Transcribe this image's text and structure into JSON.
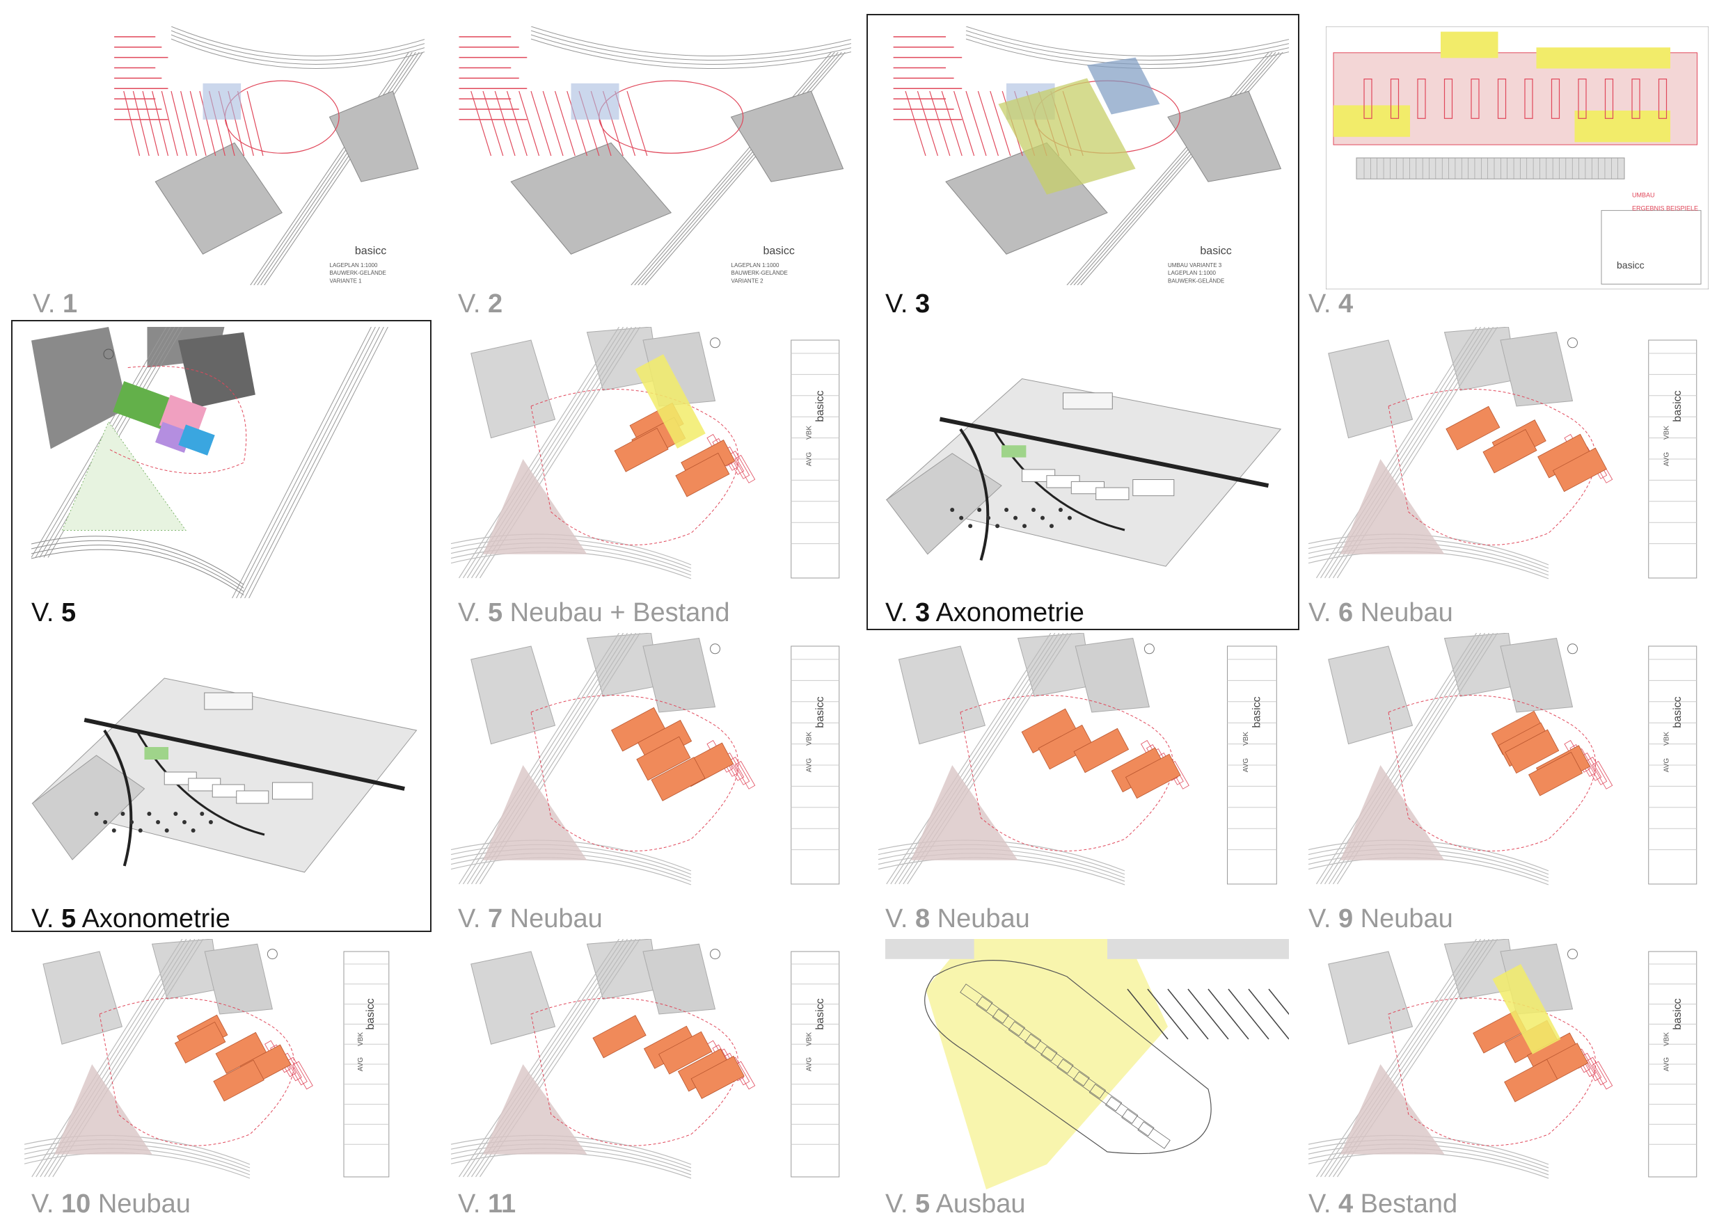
{
  "variants": [
    {
      "id": "v1",
      "prefix": "V.",
      "num": "1",
      "suffix": "",
      "style": "sketch",
      "grey": true,
      "stamp": [
        "basicc",
        "LAGEPLAN 1:1000",
        "BAUWERK-GELÄNDE",
        "VARIANTE 1"
      ]
    },
    {
      "id": "v2",
      "prefix": "V.",
      "num": "2",
      "suffix": "",
      "style": "sketch",
      "grey": true,
      "stamp": [
        "basicc",
        "LAGEPLAN 1:1000",
        "BAUWERK-GELÄNDE",
        "VARIANTE 2"
      ]
    },
    {
      "id": "v3",
      "prefix": "V.",
      "num": "3",
      "suffix": "",
      "style": "sketch3",
      "grey": false,
      "stamp": [
        "basicc",
        "UMBAU VARIANTE 3",
        "LAGEPLAN 1:1000",
        "BAUWERK-GELÄNDE"
      ]
    },
    {
      "id": "v4",
      "prefix": "V.",
      "num": "4",
      "suffix": "",
      "style": "sitelong",
      "grey": true,
      "stamp": [
        "basicc",
        "UMBAU",
        "ERGEBNIS BEISPIELE"
      ]
    },
    {
      "id": "v5",
      "prefix": "V.",
      "num": "5",
      "suffix": "",
      "style": "colorplan",
      "grey": false,
      "stamp": []
    },
    {
      "id": "v5nb",
      "prefix": "V.",
      "num": "5",
      "suffix": " Neubau + Bestand",
      "style": "plan",
      "grey": true,
      "stamp": [
        "basicc",
        "VBK",
        "AVG"
      ]
    },
    {
      "id": "v3ax",
      "prefix": "V.",
      "num": "3",
      "suffix": " Axonometrie",
      "style": "axo",
      "grey": false,
      "stamp": []
    },
    {
      "id": "v6",
      "prefix": "V.",
      "num": "6",
      "suffix": " Neubau",
      "style": "plan",
      "grey": true,
      "stamp": [
        "basicc",
        "VBK",
        "AVG"
      ]
    },
    {
      "id": "v5ax",
      "prefix": "V.",
      "num": "5",
      "suffix": " Axonometrie",
      "style": "axo",
      "grey": false,
      "stamp": []
    },
    {
      "id": "v7",
      "prefix": "V.",
      "num": "7",
      "suffix": " Neubau",
      "style": "plan",
      "grey": true,
      "stamp": [
        "basicc",
        "VBK",
        "AVG"
      ]
    },
    {
      "id": "v8",
      "prefix": "V.",
      "num": "8",
      "suffix": " Neubau",
      "style": "plan",
      "grey": true,
      "stamp": [
        "basicc",
        "VBK",
        "AVG"
      ]
    },
    {
      "id": "v9",
      "prefix": "V.",
      "num": "9",
      "suffix": " Neubau",
      "style": "plan",
      "grey": true,
      "stamp": [
        "basicc",
        "VBK",
        "AVG"
      ]
    },
    {
      "id": "v10",
      "prefix": "V.",
      "num": "10",
      "suffix": " Neubau",
      "style": "plan",
      "grey": true,
      "stamp": [
        "basicc",
        "VBK",
        "AVG"
      ]
    },
    {
      "id": "v11",
      "prefix": "V.",
      "num": "11",
      "suffix": "",
      "style": "plan",
      "grey": true,
      "stamp": [
        "basicc",
        "VBK",
        "AVG"
      ]
    },
    {
      "id": "v5ausbau",
      "prefix": "V.",
      "num": "5",
      "suffix": " Ausbau",
      "style": "yellowplan",
      "grey": true,
      "stamp": []
    },
    {
      "id": "v4bestand",
      "prefix": "V.",
      "num": "4",
      "suffix": " Bestand",
      "style": "plan",
      "grey": true,
      "stamp": [
        "basicc",
        "VBK",
        "AVG"
      ]
    }
  ],
  "colors": {
    "caption_grey": "#9a9a9a",
    "caption_dark": "#111111",
    "sketch_red": "#e0475a",
    "building_orange": "#f08a5a",
    "highlight_yellow": "#f2ec6a",
    "building_grey": "#8a8a8a",
    "frame": "#222222"
  }
}
